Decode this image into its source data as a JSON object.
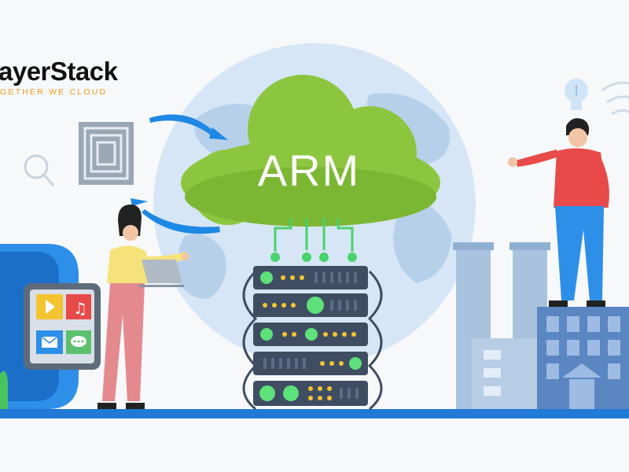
{
  "logo": {
    "title": "ayerStack",
    "tagline": "GETHER WE CLOUD"
  },
  "cloud_label": "ARM",
  "colors": {
    "background": "#f7f8fa",
    "cloud_green": "#8cc63f",
    "server_navy": "#3f4d63",
    "led_green": "#5ee07a",
    "led_yellow": "#f4c430",
    "globe_blue": "#cfe1f4",
    "accent_blue": "#1e88e5",
    "logo_orange": "#f39a1f"
  },
  "icons": [
    "play-icon",
    "music-icon",
    "mail-icon",
    "chat-icon",
    "lightbulb-icon",
    "search-icon",
    "chip-icon",
    "globe-icon",
    "server-rack-icon",
    "factory-icon",
    "wifi-icon"
  ]
}
